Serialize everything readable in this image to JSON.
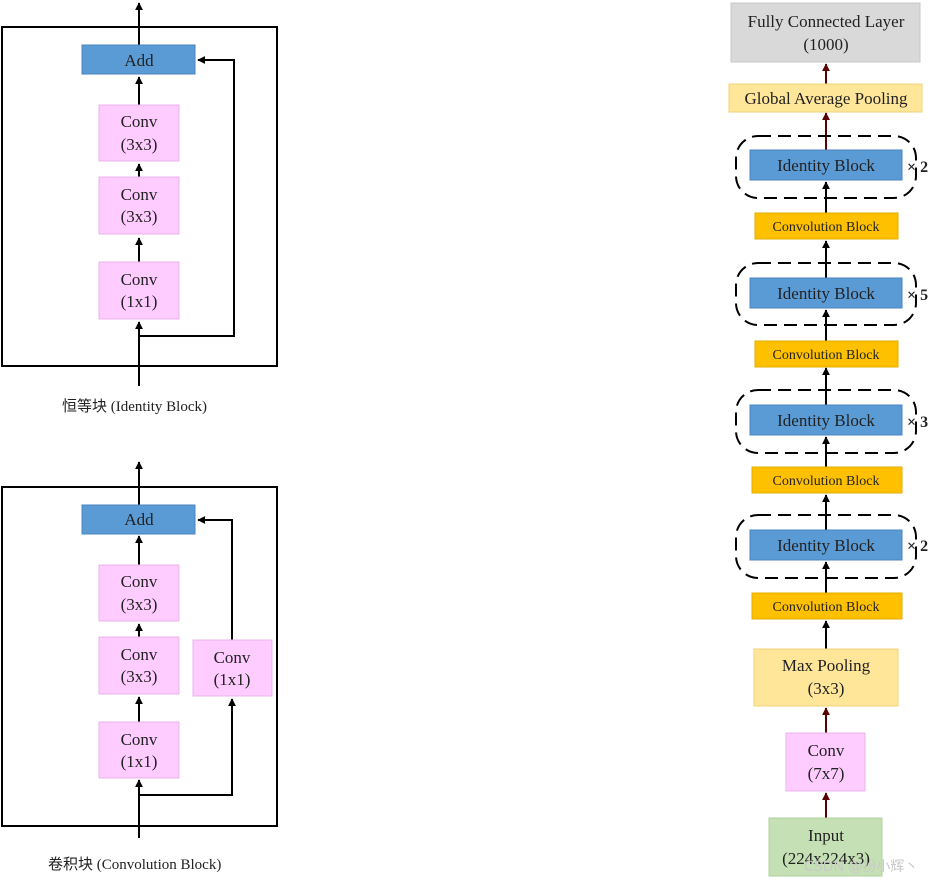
{
  "colors": {
    "pink": "#ffccff",
    "pink_border": "#e8b4e8",
    "blue": "#5b9bd5",
    "orange": "#ffc000",
    "light_yellow": "#ffe699",
    "gray": "#d9d9d9",
    "green": "#c5e0b4",
    "arrow": "#000000",
    "arrow_dark": "#5a0000"
  },
  "identity_block": {
    "caption": "恒等块 (Identity Block)",
    "add_label": "Add",
    "conv3_a": [
      "Conv",
      "(3x3)"
    ],
    "conv3_b": [
      "Conv",
      "(3x3)"
    ],
    "conv1": [
      "Conv",
      "(1x1)"
    ]
  },
  "convolution_block": {
    "caption": "卷积块 (Convolution Block)",
    "add_label": "Add",
    "conv3_a": [
      "Conv",
      "(3x3)"
    ],
    "conv3_b": [
      "Conv",
      "(3x3)"
    ],
    "conv1": [
      "Conv",
      "(1x1)"
    ],
    "shortcut_conv": [
      "Conv",
      "(1x1)"
    ]
  },
  "resnet": {
    "fc": [
      "Fully Connected Layer",
      "(1000)"
    ],
    "gap": "Global Average Pooling",
    "stage4_identity": "Identity Block",
    "stage4_repeat": "× 2",
    "stage4_conv": "Convolution Block",
    "stage3_identity": "Identity Block",
    "stage3_repeat": "× 5",
    "stage3_conv": "Convolution Block",
    "stage2_identity": "Identity Block",
    "stage2_repeat": "× 3",
    "stage2_conv": "Convolution Block",
    "stage1_identity": "Identity Block",
    "stage1_repeat": "× 2",
    "stage1_conv": "Convolution Block",
    "maxpool": [
      "Max Pooling",
      "(3x3)"
    ],
    "conv7": [
      "Conv",
      "(7x7)"
    ],
    "input": [
      "Input",
      "(224x224x3)"
    ]
  },
  "watermark": "CSDN @扮小辉丶"
}
